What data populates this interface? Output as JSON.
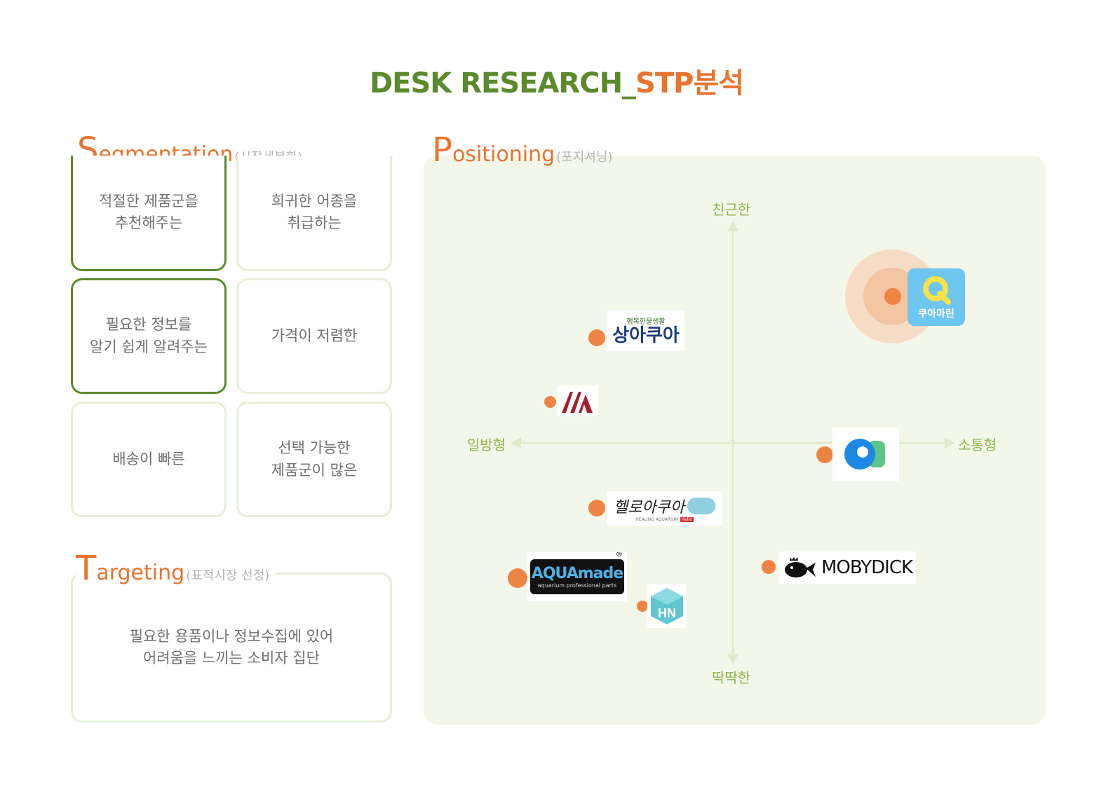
{
  "title": {
    "main": "DESK RESEARCH_",
    "accent": "STP분석"
  },
  "segmentation": {
    "heading_initial": "S",
    "heading_rest": "egmentation",
    "heading_sub": "(시장세분화)",
    "boxes": [
      {
        "text": "적절한 제품군을\n추천해주는",
        "active": true
      },
      {
        "text": "희귀한 어종을\n취급하는",
        "active": false
      },
      {
        "text": "필요한 정보를\n알기 쉽게 알려주는",
        "active": true
      },
      {
        "text": "가격이 저렴한",
        "active": false
      },
      {
        "text": "배송이 빠른",
        "active": false
      },
      {
        "text": "선택 가능한\n제품군이 많은",
        "active": false
      }
    ]
  },
  "targeting": {
    "heading_initial": "T",
    "heading_rest": "argeting",
    "heading_sub": "(표적시장 선정)",
    "text": "필요한 용품이나 정보수집에 있어\n어려움을 느끼는 소비자 집단"
  },
  "positioning": {
    "heading_initial": "P",
    "heading_rest": "ositioning",
    "heading_sub": "(포지셔닝)",
    "axes": {
      "top": "친근한",
      "bottom": "딱딱한",
      "left": "일방형",
      "right": "소통형"
    },
    "brands": {
      "quamarine": {
        "name": "쿠아마린",
        "color": "#6ec6f0"
      },
      "sangaqua": {
        "tagline": "행복한물생활",
        "name": "상아쿠아"
      },
      "m_logo": {
        "letter": "M",
        "color": "#a31e2e"
      },
      "center_logo": {
        "icon": "blue-circle-logo"
      },
      "hello_aqua": {
        "name": "헬로아쿠아",
        "sub": "HEALING AQUARIUM",
        "badge": "Hello"
      },
      "mobydick": {
        "name": "MOBYDICK"
      },
      "aquamade": {
        "name": "AQUAmade",
        "sub": "aquarium professional parts",
        "mark": "®"
      },
      "hn_logo": {
        "letters": "HN",
        "color": "#5fc6d0"
      }
    }
  }
}
